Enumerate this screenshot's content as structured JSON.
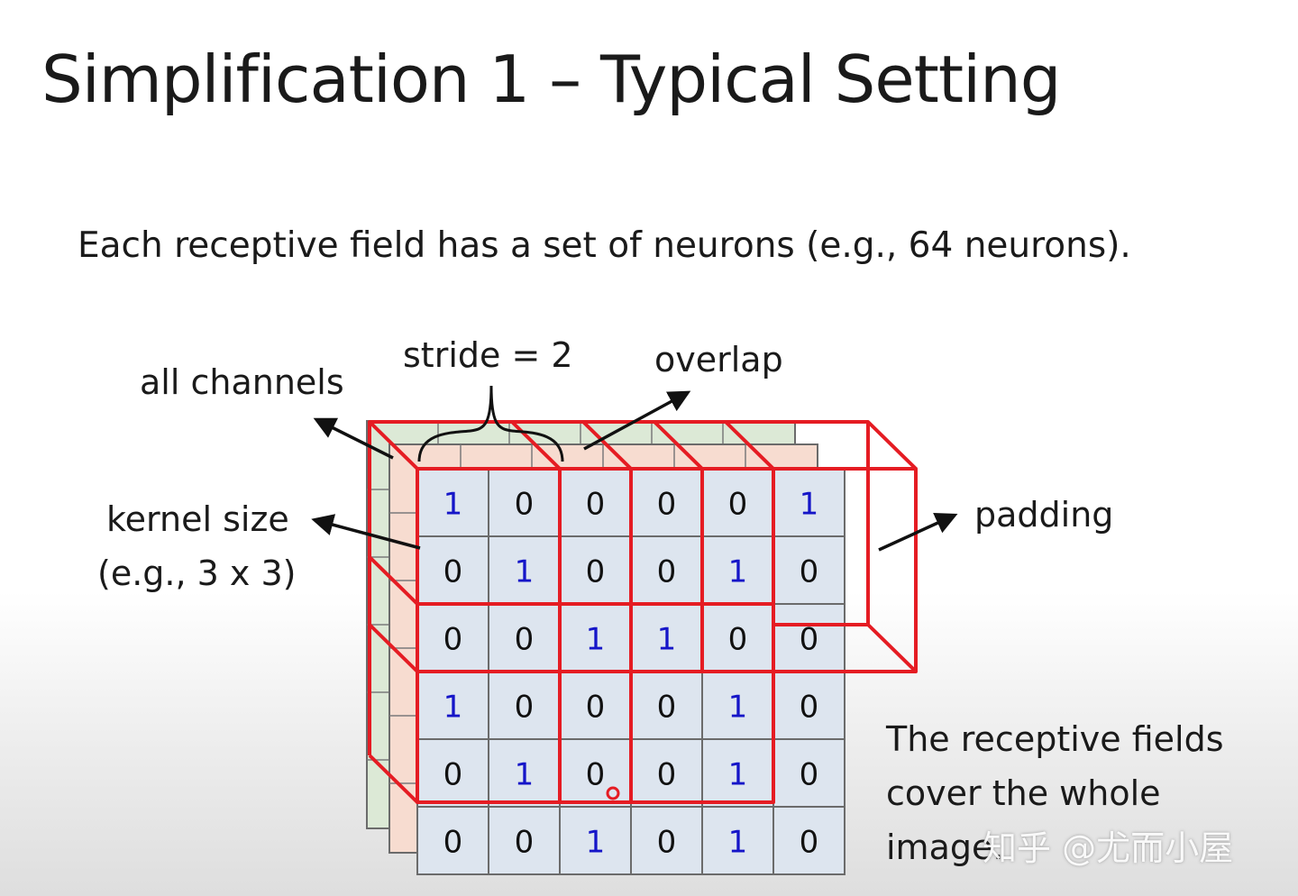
{
  "title": "Simplification 1 – Typical Setting",
  "subtitle": "Each receptive field has a set of neurons (e.g., 64 neurons).",
  "labels": {
    "stride": "stride = 2",
    "all_channels": "all channels",
    "overlap": "overlap",
    "kernel_size": "kernel size",
    "kernel_example": "(e.g., 3 x 3)",
    "padding": "padding",
    "cover_lines": [
      "The receptive fields",
      "cover the whole",
      "image."
    ]
  },
  "watermark": "知乎 @尤而小屋",
  "matrix": [
    [
      1,
      0,
      0,
      0,
      0,
      1
    ],
    [
      0,
      1,
      0,
      0,
      1,
      0
    ],
    [
      0,
      0,
      1,
      1,
      0,
      0
    ],
    [
      1,
      0,
      0,
      0,
      1,
      0
    ],
    [
      0,
      1,
      0,
      0,
      1,
      0
    ],
    [
      0,
      0,
      1,
      0,
      1,
      0
    ]
  ],
  "colors": {
    "one": "#1515c8",
    "zero": "#111111",
    "front_cell": "#dde5ef",
    "mid_layer": "#f7dcd0",
    "back_layer": "#dce9d6",
    "receptive_field": "#e51c23"
  }
}
